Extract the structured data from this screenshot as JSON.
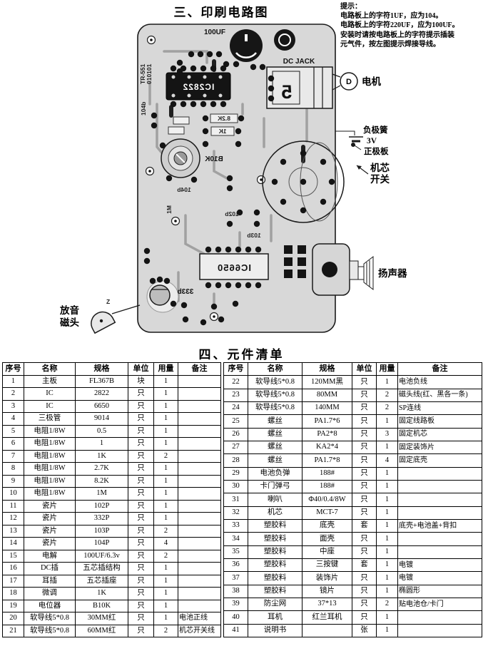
{
  "section1_title": "三、印刷电路图",
  "section2_title": "四、元件清单",
  "notes": {
    "line1": "提示：",
    "line2": "电路板上的字符1UF，应为104。",
    "line3": "电路板上的字符220UF，应为100UF。",
    "line4": "安装时请按电路板上的字符提示插装",
    "line5": "元气件，按左图提示焊接导线。"
  },
  "pcb": {
    "silkscreen": {
      "cap": "100UF",
      "jack": "DC JACK",
      "jack_digit": "5",
      "ic1": "IC2822",
      "r_82k": "8.2K",
      "r_1k": "1K",
      "r_1m": "1M",
      "c_103": "103b",
      "c_104": "104b",
      "c_102": "102b",
      "pot": "B10K",
      "ic2": "IC6650",
      "q1": "333b",
      "edge1": "TR-551",
      "edge2": "010101",
      "edge3": "104b",
      "z_mark": "Z"
    },
    "annotations": {
      "motor": "电机",
      "motor_letter": "D",
      "neg_spring": "负极簧",
      "voltage": "3V",
      "pos_plate": "正极板",
      "mech1": "机芯",
      "mech2": "开关",
      "speaker": "扬声器",
      "head1": "放音",
      "head2": "磁头"
    }
  },
  "parts": {
    "columns": [
      "序号",
      "名称",
      "规格",
      "单位",
      "用量",
      "备注"
    ],
    "left_rows": [
      [
        "1",
        "主板",
        "FL367B",
        "块",
        "1",
        ""
      ],
      [
        "2",
        "IC",
        "2822",
        "只",
        "1",
        ""
      ],
      [
        "3",
        "IC",
        "6650",
        "只",
        "1",
        ""
      ],
      [
        "4",
        "三极管",
        "9014",
        "只",
        "1",
        ""
      ],
      [
        "5",
        "电阻1/8W",
        "0.5",
        "只",
        "1",
        ""
      ],
      [
        "6",
        "电阻1/8W",
        "1",
        "只",
        "1",
        ""
      ],
      [
        "7",
        "电阻1/8W",
        "1K",
        "只",
        "2",
        ""
      ],
      [
        "8",
        "电阻1/8W",
        "2.7K",
        "只",
        "1",
        ""
      ],
      [
        "9",
        "电阻1/8W",
        "8.2K",
        "只",
        "1",
        ""
      ],
      [
        "10",
        "电阻1/8W",
        "1M",
        "只",
        "1",
        ""
      ],
      [
        "11",
        "瓷片",
        "102P",
        "只",
        "1",
        ""
      ],
      [
        "12",
        "瓷片",
        "332P",
        "只",
        "1",
        ""
      ],
      [
        "13",
        "瓷片",
        "103P",
        "只",
        "2",
        ""
      ],
      [
        "14",
        "瓷片",
        "104P",
        "只",
        "4",
        ""
      ],
      [
        "15",
        "电解",
        "100UF/6.3v",
        "只",
        "2",
        ""
      ],
      [
        "16",
        "DC插",
        "五芯插结构",
        "只",
        "1",
        ""
      ],
      [
        "17",
        "耳插",
        "五芯插座",
        "只",
        "1",
        ""
      ],
      [
        "18",
        "微调",
        "1K",
        "只",
        "1",
        ""
      ],
      [
        "19",
        "电位器",
        "B10K",
        "只",
        "1",
        ""
      ],
      [
        "20",
        "软导线5*0.8",
        "30MM红",
        "只",
        "1",
        "电池正线"
      ],
      [
        "21",
        "软导线5*0.8",
        "60MM红",
        "只",
        "2",
        "机芯开关线"
      ]
    ],
    "right_rows": [
      [
        "22",
        "软导线5*0.8",
        "120MM黑",
        "只",
        "1",
        "电池负线"
      ],
      [
        "23",
        "软导线5*0.8",
        "80MM",
        "只",
        "2",
        "磁头线(红、黑各一条)"
      ],
      [
        "24",
        "软导线5*0.8",
        "140MM",
        "只",
        "2",
        "SP连线"
      ],
      [
        "25",
        "螺丝",
        "PA1.7*6",
        "只",
        "1",
        "固定线路板"
      ],
      [
        "26",
        "螺丝",
        "PA2*8",
        "只",
        "3",
        "固定机芯"
      ],
      [
        "27",
        "螺丝",
        "KA2*4",
        "只",
        "1",
        "固定装饰片"
      ],
      [
        "28",
        "螺丝",
        "PA1.7*8",
        "只",
        "4",
        "固定底壳"
      ],
      [
        "29",
        "电池负弹",
        "188#",
        "只",
        "1",
        ""
      ],
      [
        "30",
        "卡门弹弓",
        "188#",
        "只",
        "1",
        ""
      ],
      [
        "31",
        "喇叭",
        "Φ40/0.4/8W",
        "只",
        "1",
        ""
      ],
      [
        "32",
        "机芯",
        "MCT-7",
        "只",
        "1",
        ""
      ],
      [
        "33",
        "塑胶料",
        "底壳",
        "套",
        "1",
        "底壳+电池盖+背扣"
      ],
      [
        "34",
        "塑胶料",
        "面壳",
        "只",
        "1",
        ""
      ],
      [
        "35",
        "塑胶料",
        "中座",
        "只",
        "1",
        ""
      ],
      [
        "36",
        "塑胶料",
        "三按键",
        "套",
        "1",
        "电镀"
      ],
      [
        "37",
        "塑胶料",
        "装饰片",
        "只",
        "1",
        "电镀"
      ],
      [
        "38",
        "塑胶料",
        "镜片",
        "只",
        "1",
        "椭圆形"
      ],
      [
        "39",
        "防尘网",
        "37*13",
        "只",
        "2",
        "贴电池仓/卡门"
      ],
      [
        "40",
        "耳机",
        "红兰耳机",
        "只",
        "1",
        ""
      ],
      [
        "41",
        "说明书",
        "",
        "张",
        "1",
        ""
      ]
    ]
  }
}
